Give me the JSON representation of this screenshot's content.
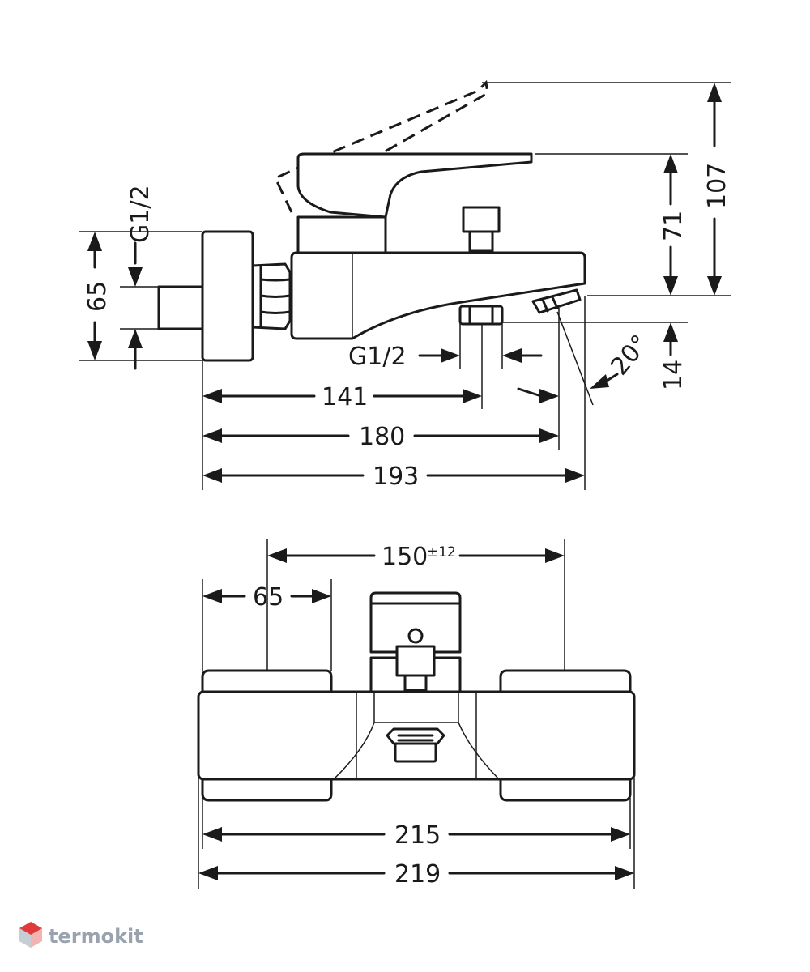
{
  "side_view": {
    "thread_left": "G1/2",
    "thread_bottom": "G1/2",
    "dim_65": "65",
    "dim_71": "71",
    "dim_107": "107",
    "dim_14": "14",
    "dim_141": "141",
    "dim_180": "180",
    "dim_193": "193",
    "angle": "20°"
  },
  "top_view": {
    "dim_150": "150",
    "dim_150_tol": "±12",
    "dim_65": "65",
    "dim_215": "215",
    "dim_219": "219"
  },
  "watermark": {
    "text": "termokit",
    "color": "#9aa3ad",
    "accent": "#e23a3a"
  }
}
